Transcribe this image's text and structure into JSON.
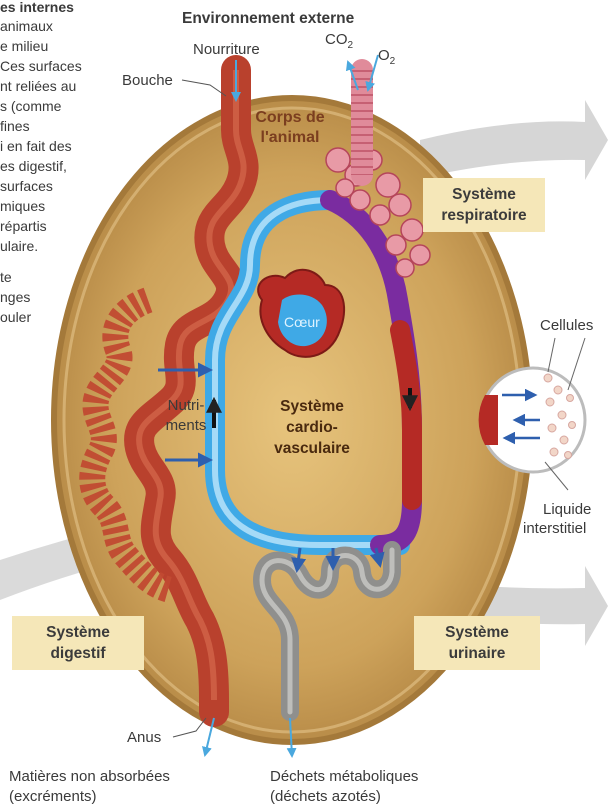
{
  "side_text": {
    "heading": "es internes",
    "lines": [
      "animaux",
      "e milieu",
      " Ces surfaces",
      "nt reliées au",
      "s (comme",
      " fines",
      "i en fait des",
      "es digestif,",
      " surfaces",
      "miques",
      " répartis",
      "ulaire."
    ],
    "lines2": [
      "te",
      "nges",
      "ouler"
    ]
  },
  "labels": {
    "environment": "Environnement externe",
    "food": "Nourriture",
    "co2": "CO",
    "co2_sub": "2",
    "o2": "O",
    "o2_sub": "2",
    "mouth": "Bouche",
    "body_l1": "Corps de",
    "body_l2": "l'animal",
    "heart": "Cœur",
    "nutrients_l1": "Nutri-",
    "nutrients_l2": "ments",
    "cardio_l1": "Système",
    "cardio_l2": "cardio-",
    "cardio_l3": "vasculaire",
    "cells": "Cellules",
    "fluid_l1": "Liquide",
    "fluid_l2": "interstitiel",
    "anus": "Anus",
    "unabsorbed_l1": "Matières non absorbées",
    "unabsorbed_l2": "(excréments)",
    "waste_l1": "Déchets métaboliques",
    "waste_l2": "(déchets azotés)"
  },
  "boxes": {
    "respiratory_l1": "Système",
    "respiratory_l2": "respiratoire",
    "digestive_l1": "Système",
    "digestive_l2": "digestif",
    "urinary_l1": "Système",
    "urinary_l2": "urinaire"
  },
  "colors": {
    "body_fill": "#c9a25a",
    "body_edge": "#a4793a",
    "gut": "#b9412d",
    "vessel_blue": "#3fa9e6",
    "vessel_red": "#b52a25",
    "kidney": "#9a9a98",
    "arrow": "#2e5fae"
  }
}
